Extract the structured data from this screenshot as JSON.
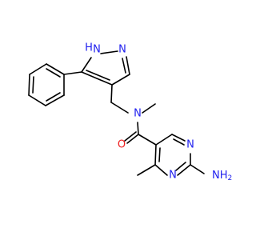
{
  "molecule": {
    "colors": {
      "bond": "#000000",
      "nitrogen": "#1f1fef",
      "oxygen": "#ef1f1f",
      "background": "#ffffff"
    },
    "labels": {
      "pyrazole_nh": "H",
      "pyrazole_n1": "N",
      "pyrazole_n2": "N",
      "amide_n": "N",
      "carbonyl_o": "O",
      "pyrimidine_n1": "N",
      "pyrimidine_n3": "N",
      "amine_n": "N",
      "amine_h2": "H"
    },
    "amine_h_subscript": "2"
  }
}
